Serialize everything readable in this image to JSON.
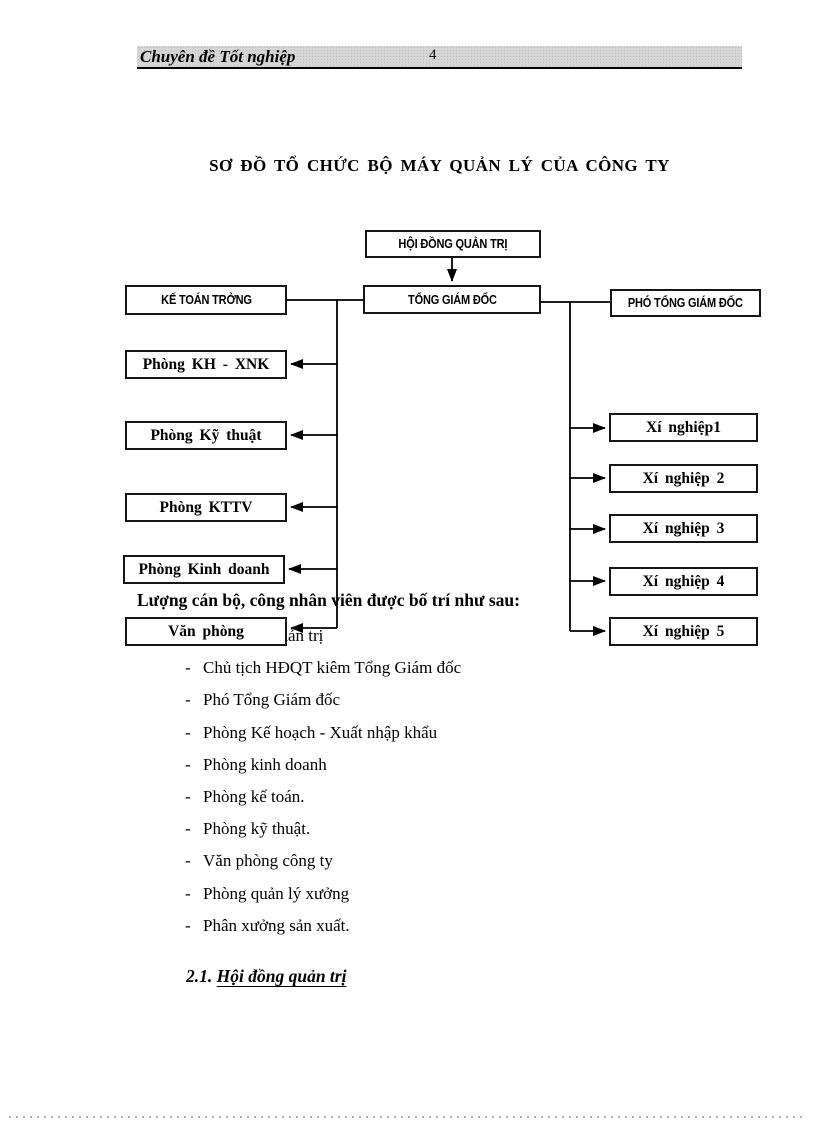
{
  "header": {
    "title": "Chuyên đề Tốt nghiệp",
    "page_number": "4"
  },
  "main_title": "SƠ ĐỒ TỔ CHỨC BỘ MÁY QUẢN LÝ CỦA CÔNG TY",
  "org_chart": {
    "board": "HỘI ĐỒNG QUẢN TRỊ",
    "general_director": "TỔNG GIÁM ĐỐC",
    "chief_accountant": "KẾ TOÁN TRỞNG",
    "deputy_general_director": "PHÓ TỔNG GIÁM ĐỐC",
    "left_departments": [
      "Phòng KH - XNK",
      "Phòng Kỹ thuật",
      "Phòng KTTV",
      "Phòng Kinh doanh",
      "Văn phòng"
    ],
    "right_units": [
      "Xí nghiệp1",
      "Xí nghiệp 2",
      "Xí nghiệp 3",
      "Xí nghiệp 4",
      "Xí nghiệp 5"
    ]
  },
  "body": {
    "intro": "Lượng cán bộ, công nhân viên được bố trí như sau:",
    "list": [
      "Hội đồng quản trị",
      "Chủ tịch HĐQT kiêm Tổng Giám đốc",
      "Phó Tổng Giám đốc",
      "Phòng Kế hoạch - Xuất nhập khẩu",
      "Phòng kinh doanh",
      "Phòng kế toán.",
      "Phòng kỹ thuật.",
      "Văn phòng công ty",
      "Phòng quản lý xưởng",
      "Phân xưởng sản xuất."
    ],
    "section": {
      "number": "2.1.",
      "title": "Hội đồng quản trị"
    }
  }
}
